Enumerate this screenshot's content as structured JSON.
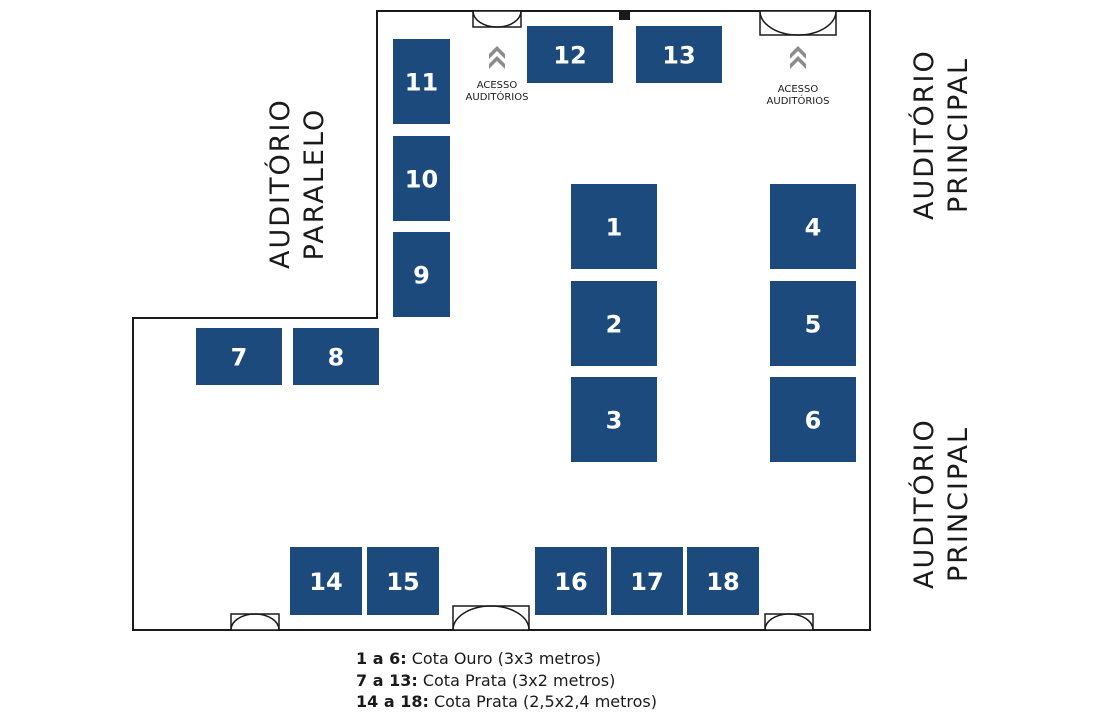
{
  "colors": {
    "booth_fill": "#1c4a7d",
    "booth_text": "#ffffff",
    "wall": "#1a1a1a",
    "arrow": "#8c8c8c"
  },
  "booths": [
    {
      "id": "booth-1",
      "label": "1"
    },
    {
      "id": "booth-2",
      "label": "2"
    },
    {
      "id": "booth-3",
      "label": "3"
    },
    {
      "id": "booth-4",
      "label": "4"
    },
    {
      "id": "booth-5",
      "label": "5"
    },
    {
      "id": "booth-6",
      "label": "6"
    },
    {
      "id": "booth-7",
      "label": "7"
    },
    {
      "id": "booth-8",
      "label": "8"
    },
    {
      "id": "booth-9",
      "label": "9"
    },
    {
      "id": "booth-10",
      "label": "10"
    },
    {
      "id": "booth-11",
      "label": "11"
    },
    {
      "id": "booth-12",
      "label": "12"
    },
    {
      "id": "booth-13",
      "label": "13"
    },
    {
      "id": "booth-14",
      "label": "14"
    },
    {
      "id": "booth-15",
      "label": "15"
    },
    {
      "id": "booth-16",
      "label": "16"
    },
    {
      "id": "booth-17",
      "label": "17"
    },
    {
      "id": "booth-18",
      "label": "18"
    }
  ],
  "access_labels": [
    {
      "line1": "ACESSO",
      "line2": "AUDITÓRIOS"
    },
    {
      "line1": "ACESSO",
      "line2": "AUDITÓRIOS"
    }
  ],
  "auditorium_labels": {
    "paralelo": {
      "line1": "AUDITÓRIO",
      "line2": "PARALELO"
    },
    "principal_top": {
      "line1": "AUDITÓRIO",
      "line2": "PRINCIPAL"
    },
    "principal_bottom": {
      "line1": "AUDITÓRIO",
      "line2": "PRINCIPAL"
    }
  },
  "legend": [
    {
      "range": "1 a 6:",
      "description": "Cota Ouro (3x3 metros)"
    },
    {
      "range": "7 a 13:",
      "description": "Cota Prata (3x2 metros)"
    },
    {
      "range": "14 a 18:",
      "description": "Cota Prata (2,5x2,4 metros)"
    }
  ]
}
